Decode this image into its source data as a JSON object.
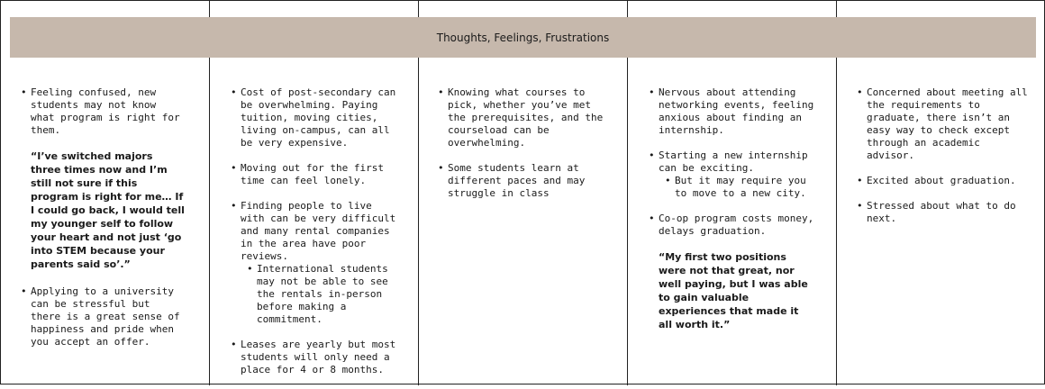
{
  "header": {
    "title": "Thoughts, Feelings, Frustrations"
  },
  "columns": [
    {
      "items": [
        {
          "text": "Feeling confused, new students may not know what program is right for them.",
          "quote": "“I’ve switched majors three times now and I’m still not sure if this program is right for me… If I could go back, I would tell my younger self to follow your heart and not just ‘go into STEM because your parents said so’.”"
        },
        {
          "text": "Applying to a university can be stressful but there is a great sense of happiness and pride when you accept an offer."
        }
      ]
    },
    {
      "items": [
        {
          "text": "Cost of post-secondary can be overwhelming. Paying tuition, moving cities, living on-campus, can all be very expensive."
        },
        {
          "text": "Moving out for the first time can feel lonely."
        },
        {
          "text": "Finding people to live with can be very difficult and many rental companies in the area have poor reviews.",
          "sub": [
            "International students may not be able to see the rentals in-person before making a commitment."
          ]
        },
        {
          "text": "Leases are yearly but most students will only need a place for 4 or 8 months."
        }
      ]
    },
    {
      "items": [
        {
          "text": "Knowing what courses to pick, whether you’ve met the prerequisites, and the courseload can be overwhelming."
        },
        {
          "text": "Some students learn at different paces and may struggle in class"
        }
      ]
    },
    {
      "items": [
        {
          "text": "Nervous about attending networking events, feeling anxious about finding an internship."
        },
        {
          "text": "Starting a new internship can be exciting.",
          "sub": [
            "But it may require you to move to a new city."
          ]
        },
        {
          "text": "Co-op program costs money, delays graduation.",
          "quote": "“My first two positions were not that great, nor well paying, but I was able to gain valuable experiences that made it all worth it.”"
        }
      ]
    },
    {
      "items": [
        {
          "text": "Concerned about meeting all the requirements to graduate, there isn’t an easy way to check except through an academic advisor."
        },
        {
          "text": "Excited about graduation."
        },
        {
          "text": "Stressed about what to do next."
        }
      ]
    }
  ]
}
